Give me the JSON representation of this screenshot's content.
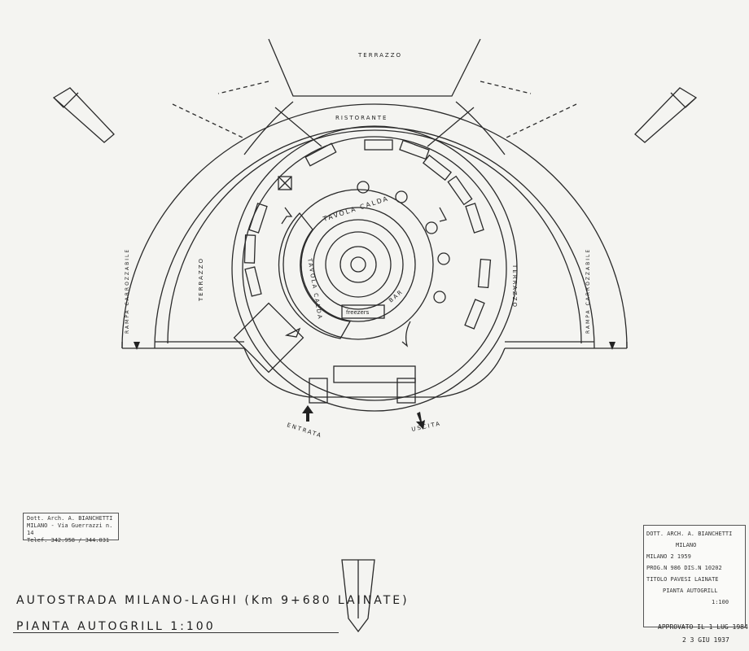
{
  "labels": {
    "terrazzo_top": "TERRAZZO",
    "terrazzo_left": "TERRAZZO",
    "terrazzo_right": "TERRAZZO",
    "ristorante": "RISTORANTE",
    "tavola_calda_top": "TAVOLA CALDA",
    "tavola_calda_left": "TAVOLA CALDA",
    "bar": "BAR",
    "freezers": "freezers",
    "rampa_left": "RAMPA CARROZZABILE",
    "rampa_right": "RAMPA CARROZZABILE",
    "entrata": "ENTRATA",
    "uscita": "USCITA"
  },
  "stamp_left": {
    "line1": "Dott. Arch. A. BIANCHETTI",
    "line2": "MILANO - Via Guerrazzi n. 14",
    "line3": "Telef. 342.958 / 344.031"
  },
  "stamp_right": {
    "line1": "DOTT. ARCH. A. BIANCHETTI",
    "line2": "MILANO",
    "line3": "MILANO 2 1959",
    "line4": "PROG.N 986  DIS.N 10202",
    "line5": "TITOLO PAVESI LAINATE",
    "line6": "PIANTA AUTOGRILL",
    "line7": "1:100"
  },
  "title": {
    "line1": "AUTOSTRADA MILANO-LAGHI (Km 9+680 LAINATE)",
    "line2": "PIANTA  AUTOGRILL      1:100"
  },
  "approval": {
    "label": "APPROVATO IL 1 LUG 1984",
    "date2": "2 3 GIU 1937"
  }
}
